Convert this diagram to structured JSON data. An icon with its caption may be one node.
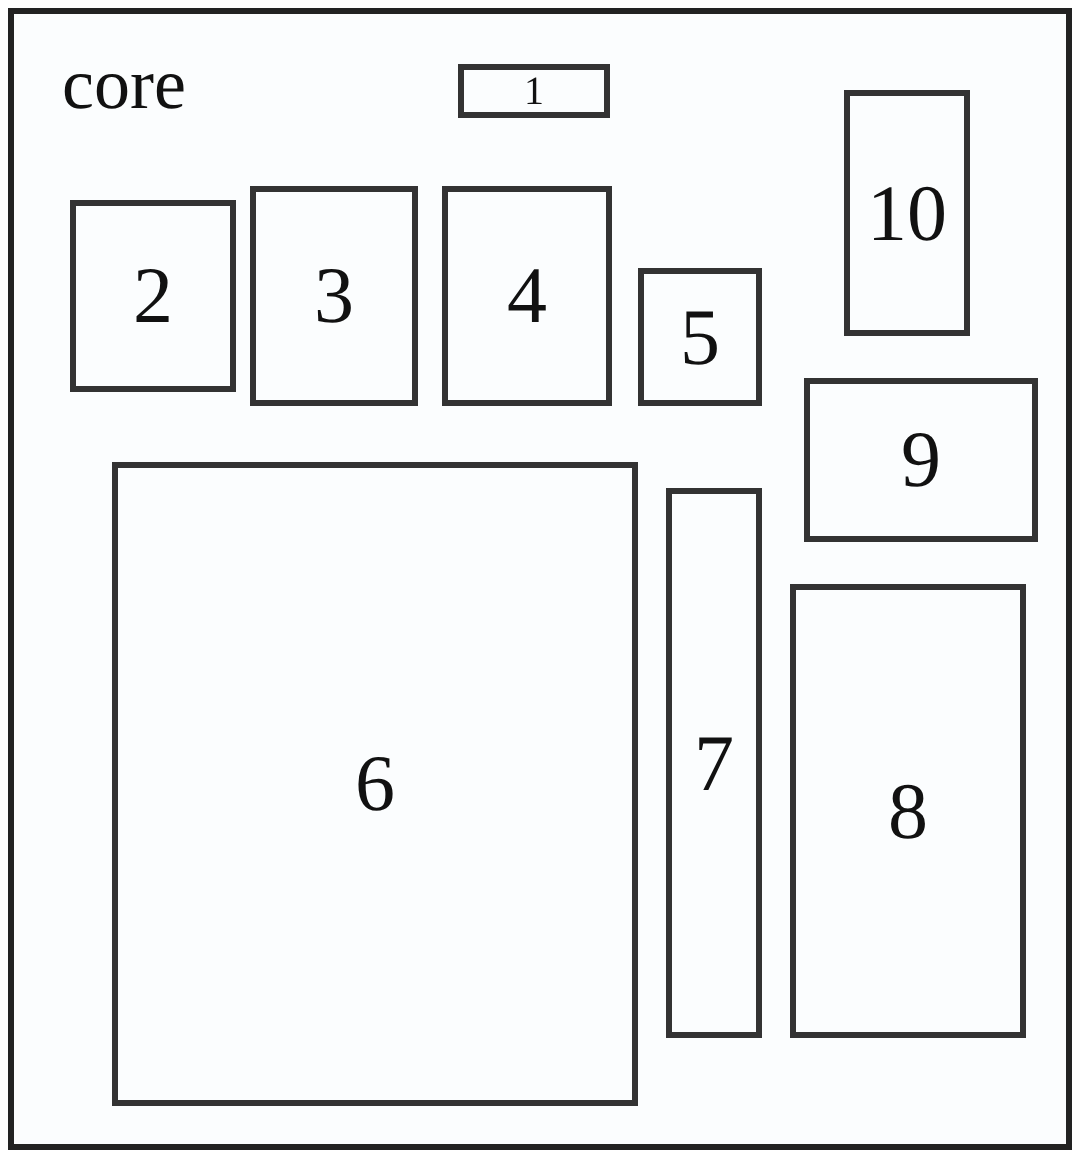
{
  "diagram": {
    "nodes": [
      {
        "text": [
          "core"
        ]
      },
      {
        "text": [
          "1"
        ],
        "in": 0
      },
      {
        "text": [
          "2"
        ],
        "in": 0
      },
      {
        "text": [
          "3"
        ],
        "in": 0
      },
      {
        "text": [
          "4"
        ],
        "in": 0
      },
      {
        "text": [
          "5"
        ],
        "in": 0
      },
      {
        "text": [
          "10"
        ],
        "in": 0
      },
      {
        "text": [
          "9"
        ],
        "in": 0
      },
      {
        "text": [
          "6"
        ],
        "in": 0
      },
      {
        "text": [
          "7"
        ],
        "in": 0
      },
      {
        "text": [
          "8"
        ],
        "in": 0
      }
    ]
  }
}
